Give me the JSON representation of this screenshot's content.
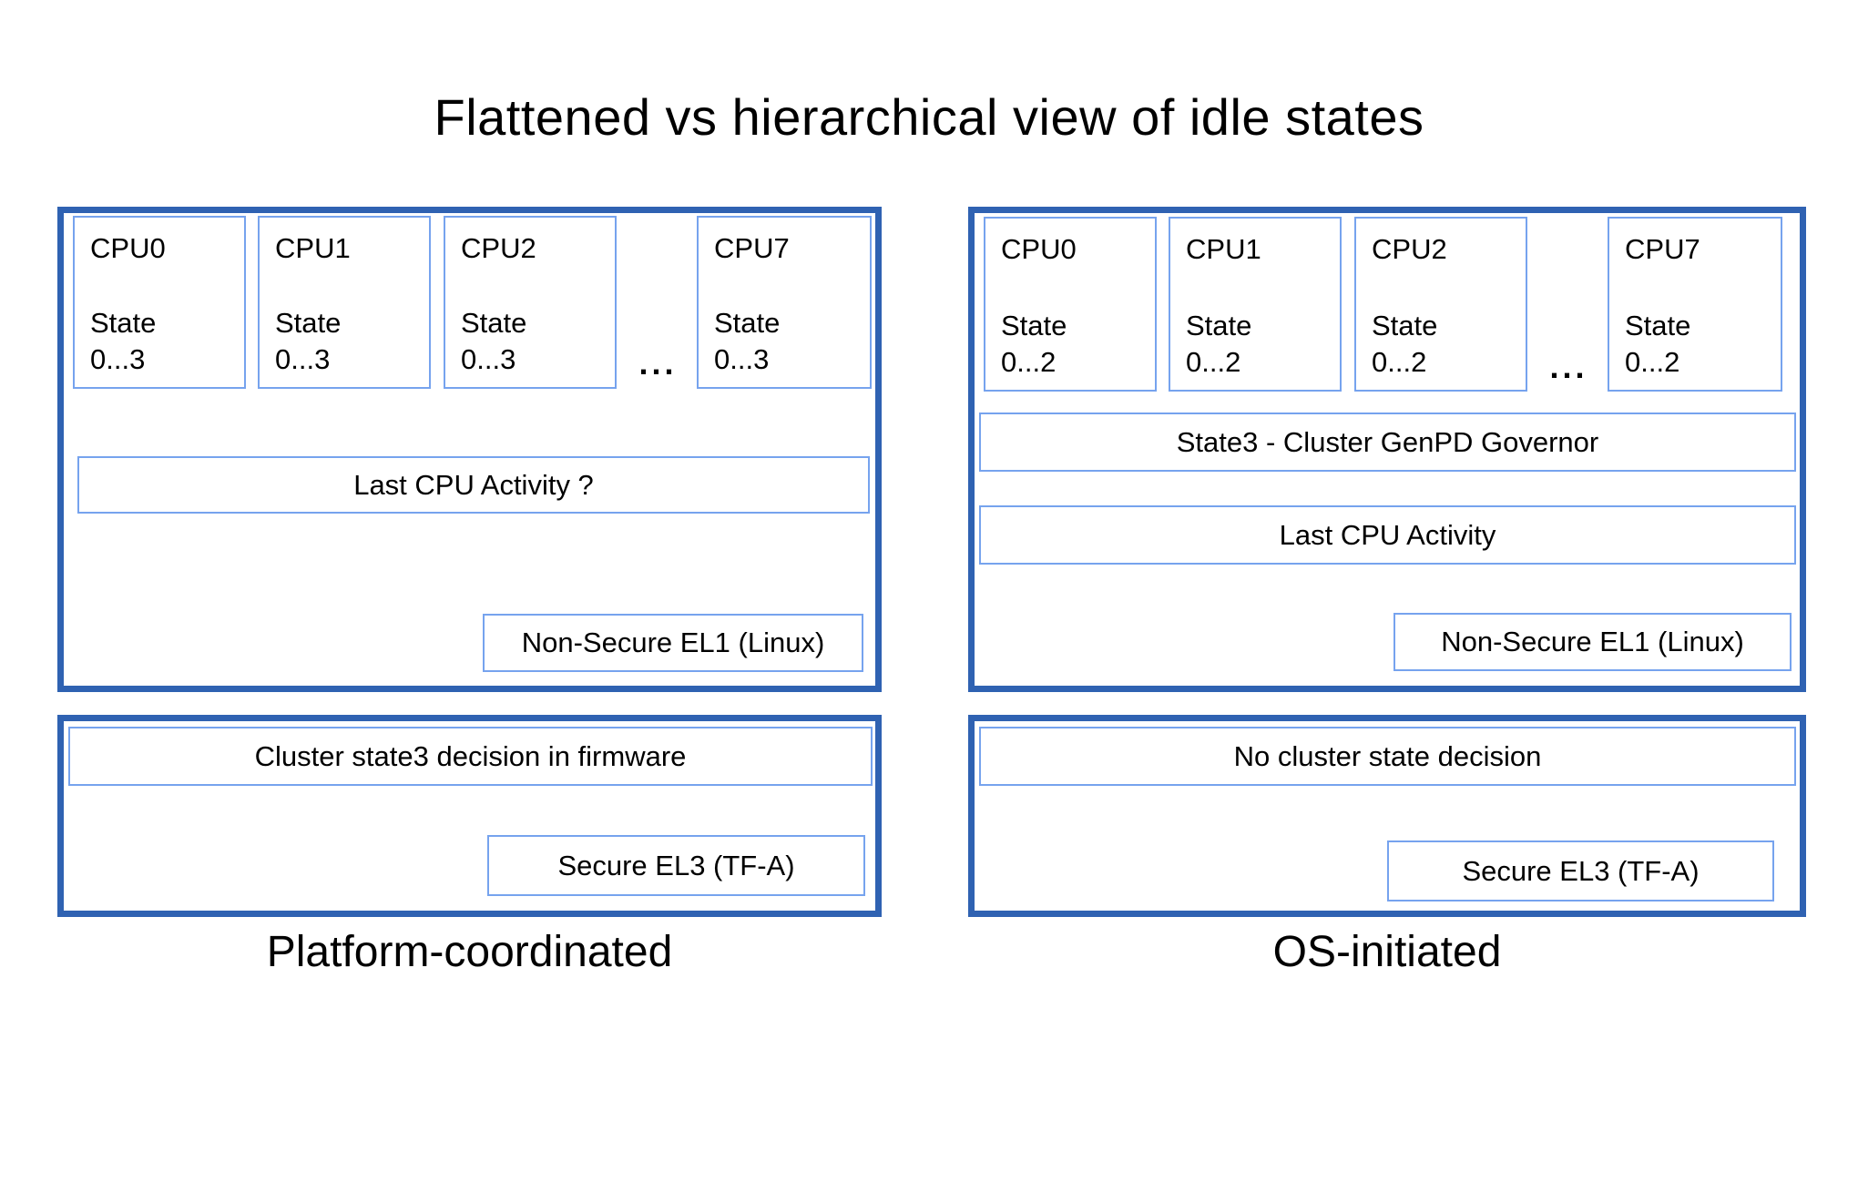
{
  "title": "Flattened vs hierarchical view of idle states",
  "ellipsis": "...",
  "left_panel": {
    "caption": "Platform-coordinated",
    "cpus": [
      {
        "label": "CPU0",
        "state_line1": "State",
        "state_line2": "0...3"
      },
      {
        "label": "CPU1",
        "state_line1": "State",
        "state_line2": "0...3"
      },
      {
        "label": "CPU2",
        "state_line1": "State",
        "state_line2": "0...3"
      },
      {
        "label": "CPU7",
        "state_line1": "State",
        "state_line2": "0...3"
      }
    ],
    "activity_box": "Last CPU Activity ?",
    "el1_box": "Non-Secure EL1 (Linux)",
    "firmware_box": "Cluster state3 decision in firmware",
    "el3_box": "Secure EL3 (TF-A)"
  },
  "right_panel": {
    "caption": "OS-initiated",
    "cpus": [
      {
        "label": "CPU0",
        "state_line1": "State",
        "state_line2": "0...2"
      },
      {
        "label": "CPU1",
        "state_line1": "State",
        "state_line2": "0...2"
      },
      {
        "label": "CPU2",
        "state_line1": "State",
        "state_line2": "0...2"
      },
      {
        "label": "CPU7",
        "state_line1": "State",
        "state_line2": "0...2"
      }
    ],
    "governor_box": "State3 - Cluster GenPD Governor",
    "activity_box": "Last CPU Activity",
    "el1_box": "Non-Secure EL1 (Linux)",
    "firmware_box": "No cluster state decision",
    "el3_box": "Secure EL3 (TF-A)"
  },
  "colors": {
    "outer_border": "#2f62b2",
    "inner_border": "#76a3ee",
    "text": "#000000",
    "background": "#ffffff"
  }
}
